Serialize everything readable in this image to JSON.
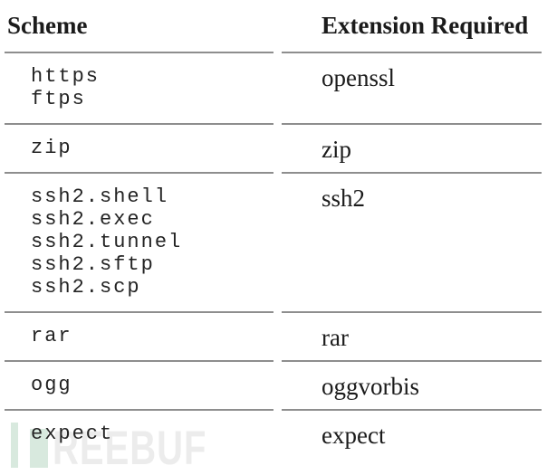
{
  "table": {
    "columns": [
      "Scheme",
      "Extension Required"
    ],
    "rows": [
      {
        "schemes": [
          "https",
          "ftps"
        ],
        "extension": "openssl"
      },
      {
        "schemes": [
          "zip"
        ],
        "extension": "zip"
      },
      {
        "schemes": [
          "ssh2.shell",
          "ssh2.exec",
          "ssh2.tunnel",
          "ssh2.sftp",
          "ssh2.scp"
        ],
        "extension": "ssh2"
      },
      {
        "schemes": [
          "rar"
        ],
        "extension": "rar"
      },
      {
        "schemes": [
          "ogg"
        ],
        "extension": "oggvorbis"
      },
      {
        "schemes": [
          "expect"
        ],
        "extension": "expect"
      }
    ]
  },
  "watermark": {
    "text": "REEBUF",
    "green_color": "#d8e9de",
    "gray_color": "#ececec"
  },
  "colors": {
    "text": "#1b1b1b",
    "rule_line": "#8e8e8e",
    "background": "#ffffff"
  }
}
